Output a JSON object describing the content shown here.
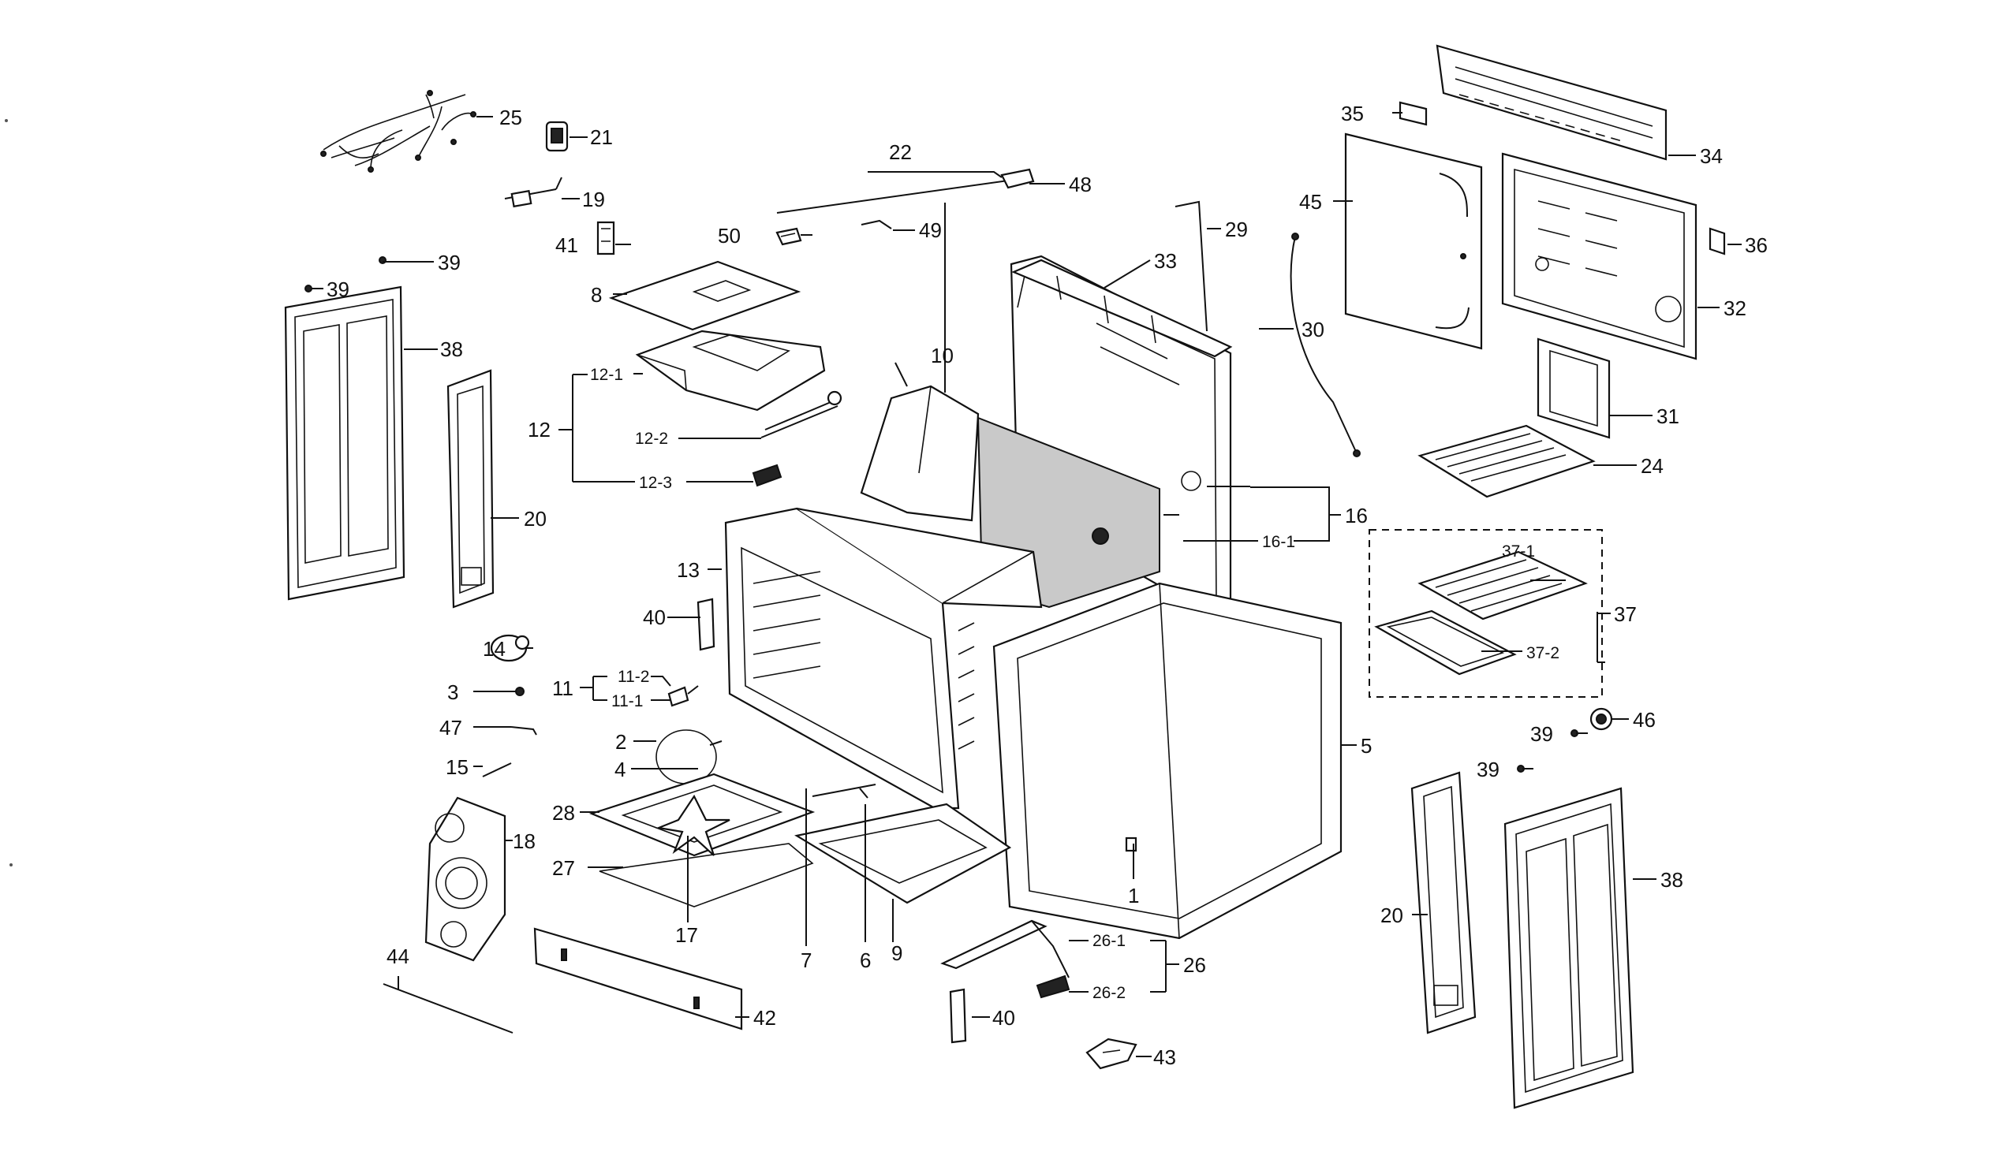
{
  "labels": {
    "l1": "1",
    "l2": "2",
    "l3": "3",
    "l4": "4",
    "l5": "5",
    "l6": "6",
    "l7": "7",
    "l8": "8",
    "l9": "9",
    "l10": "10",
    "l11": "11",
    "l11_1": "11-1",
    "l11_2": "11-2",
    "l12": "12",
    "l12_1": "12-1",
    "l12_2": "12-2",
    "l12_3": "12-3",
    "l13": "13",
    "l14": "14",
    "l15": "15",
    "l16": "16",
    "l16_1": "16-1",
    "l17": "17",
    "l18": "18",
    "l19": "19",
    "l20a": "20",
    "l20b": "20",
    "l21": "21",
    "l22": "22",
    "l24": "24",
    "l25": "25",
    "l26": "26",
    "l26_1": "26-1",
    "l26_2": "26-2",
    "l27": "27",
    "l28": "28",
    "l29": "29",
    "l30": "30",
    "l31": "31",
    "l32": "32",
    "l33": "33",
    "l34": "34",
    "l35": "35",
    "l36": "36",
    "l37": "37",
    "l37_1": "37-1",
    "l37_2": "37-2",
    "l38a": "38",
    "l38b": "38",
    "l39a": "39",
    "l39b": "39",
    "l39c": "39",
    "l39d": "39",
    "l40a": "40",
    "l40b": "40",
    "l41": "41",
    "l42": "42",
    "l43": "43",
    "l44": "44",
    "l45": "45",
    "l46": "46",
    "l47": "47",
    "l48": "48",
    "l49": "49",
    "l50": "50"
  }
}
